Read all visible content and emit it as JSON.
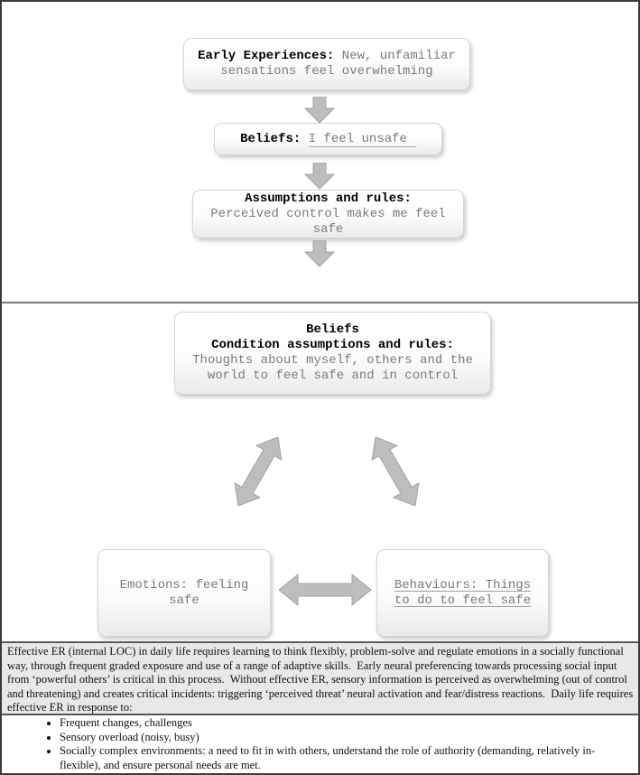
{
  "diagram": {
    "top_flow": {
      "early_experiences": {
        "label": "Early Experiences:",
        "text": "New, unfamiliar sensations feel overwhelming"
      },
      "beliefs": {
        "label": "Beliefs:",
        "text": "I feel unsafe"
      },
      "assumptions": {
        "label": "Assumptions and rules:",
        "text": "Perceived control makes me feel safe"
      }
    },
    "cycle": {
      "beliefs_conditions": {
        "label_line1": "Beliefs",
        "label_line2": "Condition assumptions and rules:",
        "text": "Thoughts about myself, others and the world to feel safe and in control"
      },
      "emotions": {
        "text": "Emotions: feeling safe"
      },
      "behaviours": {
        "text": "Behaviours: Things to do to feel safe"
      }
    },
    "icons": {
      "down_arrow": "down-block-arrow",
      "diagonal_double_arrow": "diagonal-double-headed-arrow",
      "horizontal_double_arrow": "horizontal-double-headed-arrow"
    }
  },
  "footer": {
    "paragraph": "Effective ER (internal LOC) in daily life requires learning to think flexibly, problem-solve and regulate emotions in a socially functional way, through frequent graded exposure and use of a range of adaptive skills.  Early neural preferencing towards processing social input from ‘powerful others’ is critical in this process.  Without effective ER, sensory information is perceived as overwhelming (out of control and threatening) and creates critical incidents: triggering ‘perceived threat’ neural activation and fear/distress reactions.  Daily life requires effective ER in response to:",
    "bullets": [
      "Frequent changes, challenges",
      "Sensory overload (noisy, busy)",
      "Socially complex environments: a need to fit in with others, understand the role of authority (demanding, relatively in-flexible), and ensure personal needs are met."
    ]
  },
  "colors": {
    "arrow_fill": "#bdbdbd",
    "arrow_stroke": "#a2a2a2",
    "box_border": "#d5d5d5",
    "gray_text": "#7a7a7a",
    "gray_panel_bg": "#e8e8e8"
  }
}
